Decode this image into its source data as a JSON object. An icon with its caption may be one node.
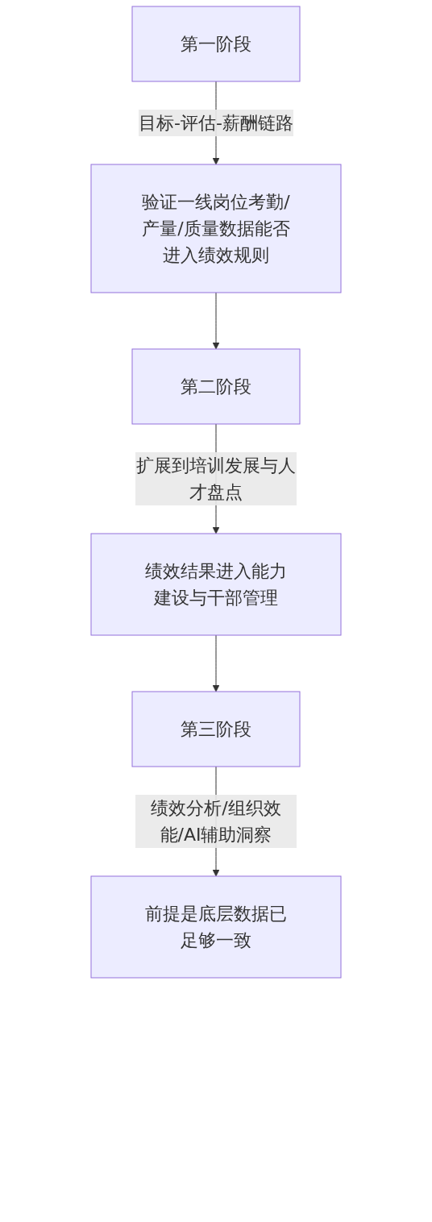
{
  "diagram": {
    "nodes": [
      {
        "text": [
          "第一阶段"
        ]
      },
      {
        "text": [
          "验证一线岗位考勤/产量/质量数据能否进入绩效规则"
        ]
      },
      {
        "text": [
          "第二阶段"
        ]
      },
      {
        "text": [
          "绩效结果进入能力建设与干部管理"
        ]
      },
      {
        "text": [
          "第三阶段"
        ]
      },
      {
        "text": [
          "前提是底层数据已足够一致"
        ]
      }
    ],
    "edges": [
      {
        "from": 0,
        "to": 1,
        "arrow": "to",
        "label": "目标-评估-薪酬链路"
      },
      {
        "from": 1,
        "to": 2,
        "arrow": "to"
      },
      {
        "from": 2,
        "to": 3,
        "arrow": "to",
        "label": "扩展到培训发展与人才盘点"
      },
      {
        "from": 3,
        "to": 4,
        "arrow": "to"
      },
      {
        "from": 4,
        "to": 5,
        "arrow": "to",
        "label": "绩效分析/组织效能/AI辅助洞察"
      }
    ]
  }
}
